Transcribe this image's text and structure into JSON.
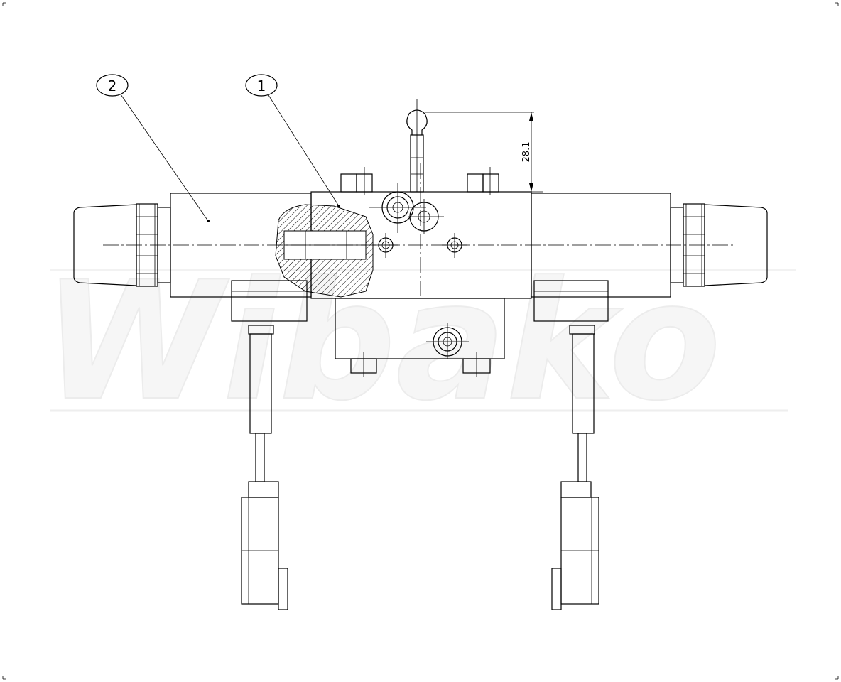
{
  "drawing": {
    "watermark": "Wibako",
    "balloons": [
      {
        "label": "2"
      },
      {
        "label": "1"
      }
    ],
    "dimension": {
      "value": "28.1"
    }
  }
}
